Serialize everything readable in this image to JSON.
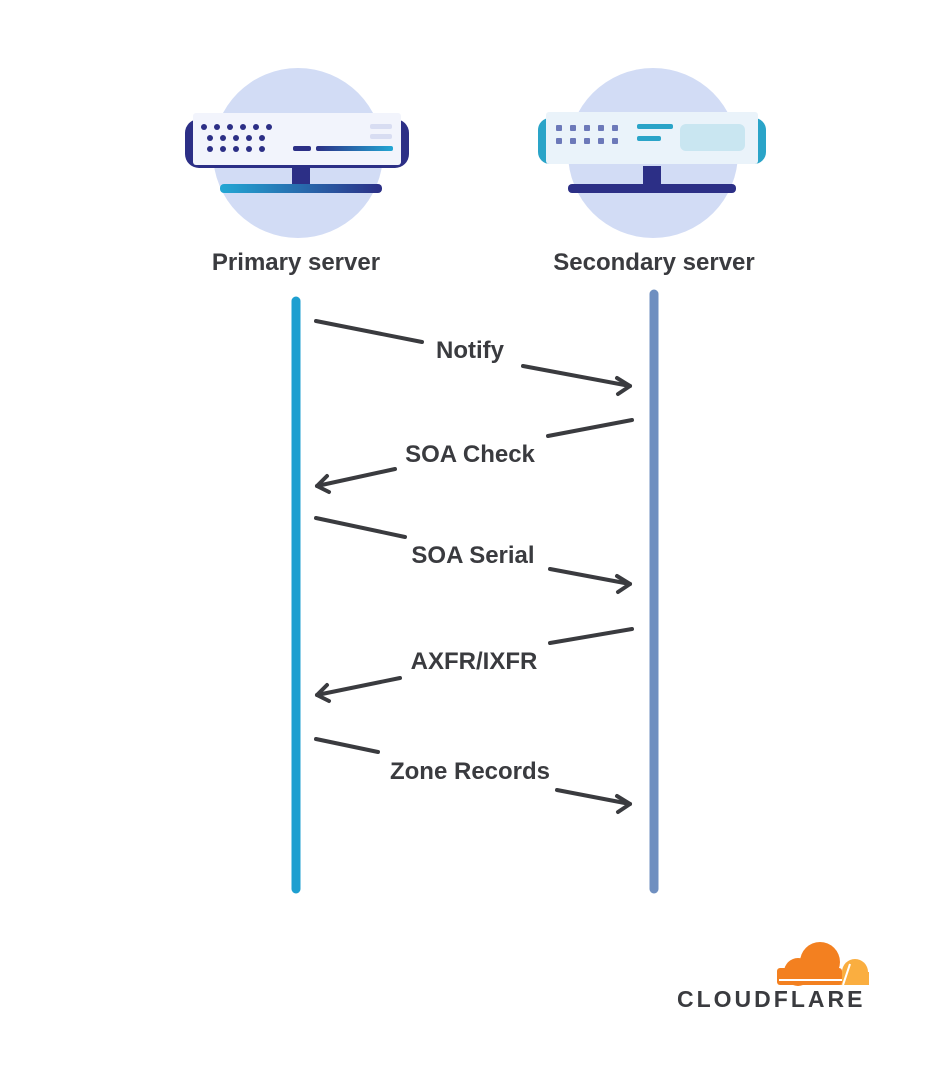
{
  "servers": [
    {
      "id": "primary",
      "label": "Primary server",
      "icon": "primary-server-icon"
    },
    {
      "id": "secondary",
      "label": "Secondary server",
      "icon": "secondary-server-icon"
    }
  ],
  "messages": [
    {
      "label": "Notify",
      "direction": "primary-to-secondary"
    },
    {
      "label": "SOA Check",
      "direction": "secondary-to-primary"
    },
    {
      "label": "SOA Serial",
      "direction": "primary-to-secondary"
    },
    {
      "label": "AXFR/IXFR",
      "direction": "secondary-to-primary"
    },
    {
      "label": "Zone Records",
      "direction": "primary-to-secondary"
    }
  ],
  "logo": {
    "text": "CLOUDFLARE",
    "icon": "cloudflare-cloud-icon"
  },
  "colors": {
    "primary_lifeline": "#1e9fd0",
    "secondary_lifeline": "#6f8fc0",
    "arrow": "#3a3b3f",
    "circle": "#d2dcf5",
    "primary_frame": "#2c2f86",
    "secondary_frame": "#2aa4c8",
    "logo_orange": "#f38020",
    "logo_light_orange": "#faae40"
  }
}
